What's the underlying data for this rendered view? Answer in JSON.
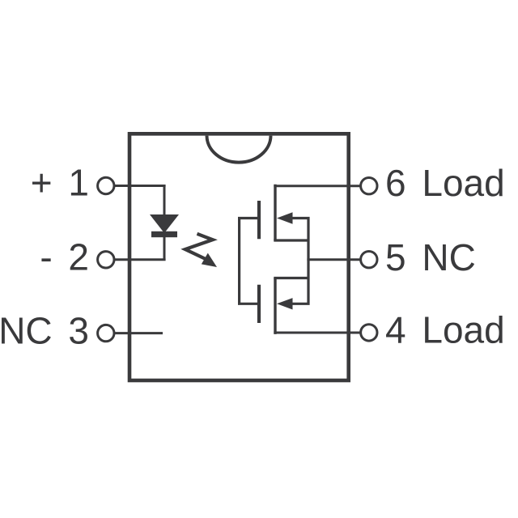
{
  "diagram": {
    "device_type": "6-pin optically isolated solid-state relay (PhotoMOS) internal schematic",
    "background_color": "#ffffff",
    "line_color": "#3a3a3c",
    "pins": {
      "left": [
        {
          "number": "1",
          "function": "+",
          "label": "+ 1"
        },
        {
          "number": "2",
          "function": "-",
          "label": "- 2"
        },
        {
          "number": "3",
          "function": "NC",
          "label": "NC 3"
        }
      ],
      "right": [
        {
          "number": "6",
          "function": "Load",
          "label": "6 Load"
        },
        {
          "number": "5",
          "function": "NC",
          "label": "5 NC"
        },
        {
          "number": "4",
          "function": "Load",
          "label": "4 Load"
        }
      ]
    },
    "symbols": {
      "package": "dip-body-outline-with-top-notch",
      "input": "led-diode-pin1-anode-pin2-cathode",
      "coupling": "light-emission-zigzag-arrow",
      "output": "dual-mosfet-common-source-drains-to-pins-6-and-4-common-node-to-pin-5"
    }
  }
}
